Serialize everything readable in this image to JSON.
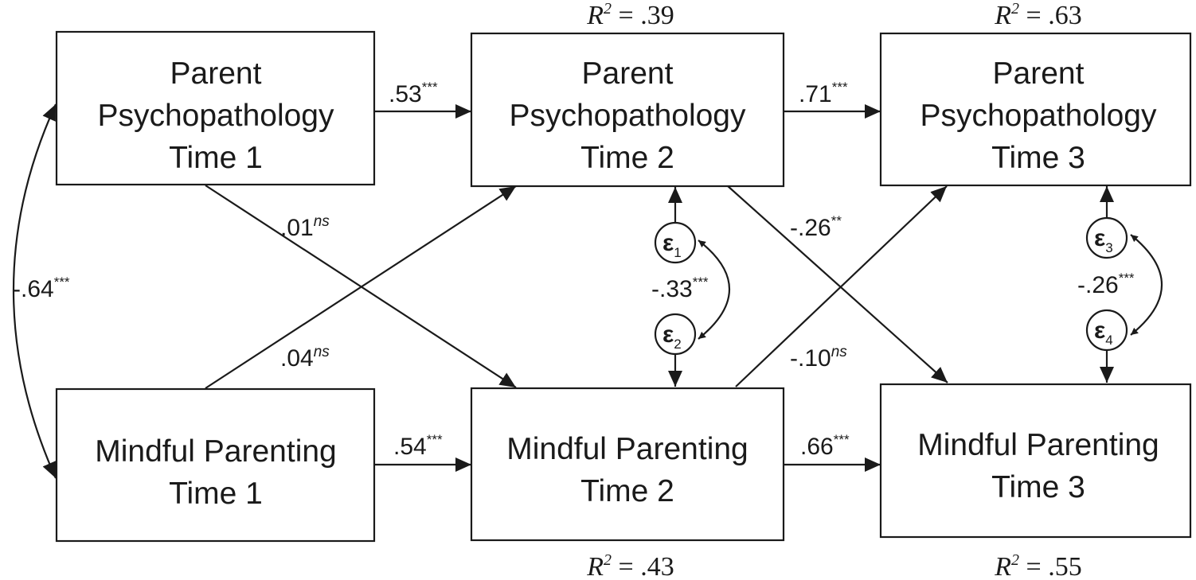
{
  "nodes": {
    "pp1": {
      "lines": [
        "Parent",
        "Psychopathology",
        "Time 1"
      ]
    },
    "pp2": {
      "lines": [
        "Parent",
        "Psychopathology",
        "Time 2"
      ]
    },
    "pp3": {
      "lines": [
        "Parent",
        "Psychopathology",
        "Time 3"
      ]
    },
    "mp1": {
      "lines": [
        "Mindful Parenting",
        "Time 1"
      ]
    },
    "mp2": {
      "lines": [
        "Mindful Parenting",
        "Time 2"
      ]
    },
    "mp3": {
      "lines": [
        "Mindful Parenting",
        "Time 3"
      ]
    }
  },
  "r_squared": {
    "pp2": {
      "label": "R",
      "exp": "2",
      "value": " = .39"
    },
    "pp3": {
      "label": "R",
      "exp": "2",
      "value": " = .63"
    },
    "mp2": {
      "label": "R",
      "exp": "2",
      "value": " = .43"
    },
    "mp3": {
      "label": "R",
      "exp": "2",
      "value": " = .55"
    }
  },
  "paths": {
    "pp1_pp2": {
      "coef": ".53",
      "sig": "***"
    },
    "pp2_pp3": {
      "coef": ".71",
      "sig": "***"
    },
    "mp1_mp2": {
      "coef": ".54",
      "sig": "***"
    },
    "mp2_mp3": {
      "coef": ".66",
      "sig": "***"
    },
    "pp1_mp2": {
      "coef": ".01",
      "sig": "ns"
    },
    "mp1_pp2": {
      "coef": ".04",
      "sig": "ns"
    },
    "pp2_mp3": {
      "coef": "-.26",
      "sig": "**"
    },
    "mp2_pp3": {
      "coef": "-.10",
      "sig": "ns"
    },
    "pp1_mp1_cov": {
      "coef": "-.64",
      "sig": "***"
    },
    "e1_e2_cov": {
      "coef": "-.33",
      "sig": "***"
    },
    "e3_e4_cov": {
      "coef": "-.26",
      "sig": "***"
    }
  },
  "errors": {
    "e1": {
      "symbol": "ε",
      "sub": "1"
    },
    "e2": {
      "symbol": "ε",
      "sub": "2"
    },
    "e3": {
      "symbol": "ε",
      "sub": "3"
    },
    "e4": {
      "symbol": "ε",
      "sub": "4"
    }
  }
}
